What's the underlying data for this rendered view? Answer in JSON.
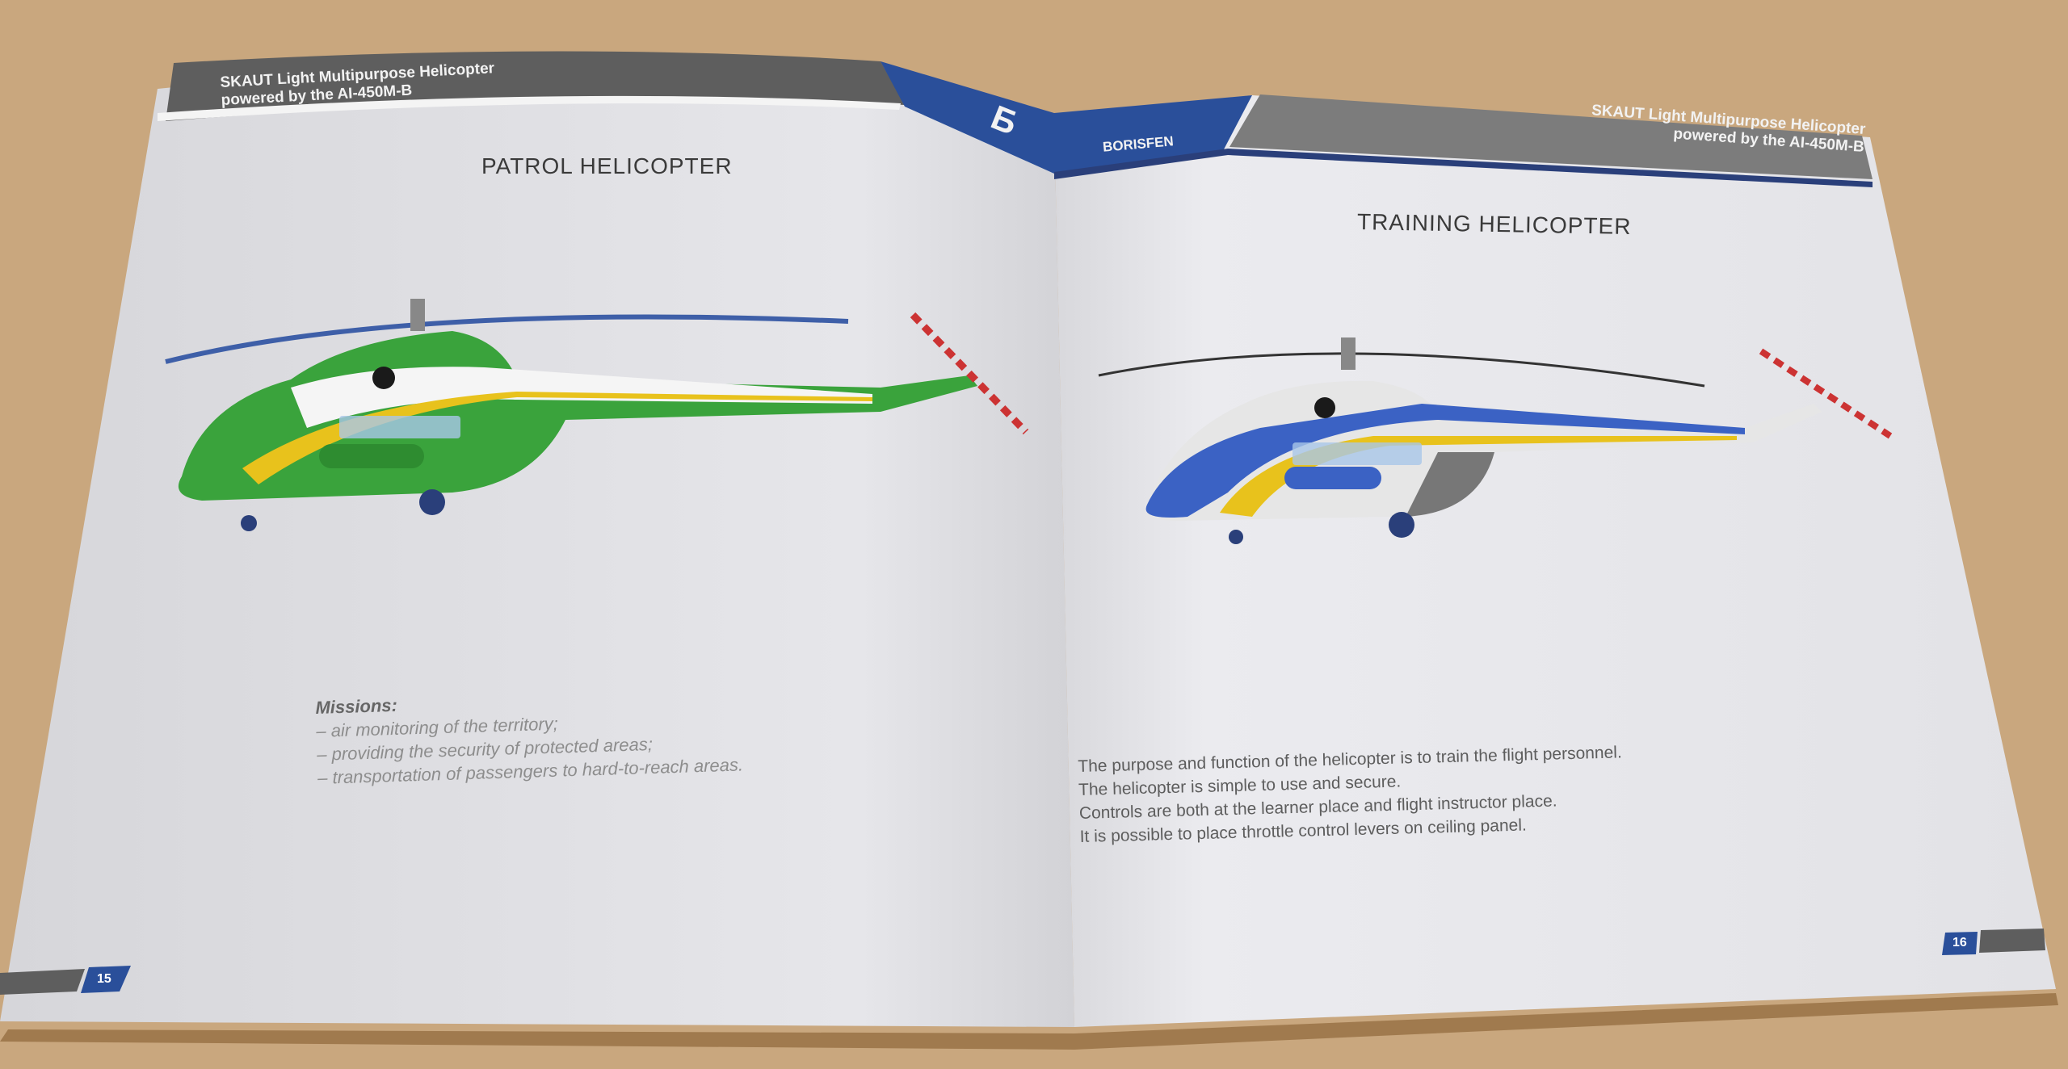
{
  "left_page": {
    "header_line1": "SKAUT Light Multipurpose Helicopter",
    "header_line2": "powered by the AI-450M-B",
    "logo_glyph": "Б",
    "title": "PATROL HELICOPTER",
    "missions_heading": "Missions:",
    "missions": [
      "– air monitoring of the territory;",
      "– providing the security of protected areas;",
      "– transportation of passengers to hard-to-reach areas."
    ],
    "page_number": "15",
    "livery_colors": {
      "primary": "#3aa33c",
      "stripe": "#e8c21c",
      "rotor": "#3e5fa8"
    }
  },
  "right_page": {
    "brand": "BORISFEN",
    "header_line1": "SKAUT Light Multipurpose Helicopter",
    "header_line2": "powered by the AI-450M-B",
    "title": "TRAINING HELICOPTER",
    "paragraph": [
      "The purpose and function of the helicopter is to train the flight personnel.",
      "The helicopter is simple to use and secure.",
      "Controls are both at the learner place and flight instructor place.",
      "It is possible to place throttle control levers on ceiling panel."
    ],
    "page_number": "16",
    "livery_colors": {
      "primary": "#3b62c4",
      "stripe": "#e8c21c",
      "rotor": "#333333"
    }
  },
  "colors": {
    "brand_blue": "#2a4f9a",
    "header_gray": "#5e5e5e",
    "paper": "#e9e9ec",
    "table": "#c9a77e"
  }
}
